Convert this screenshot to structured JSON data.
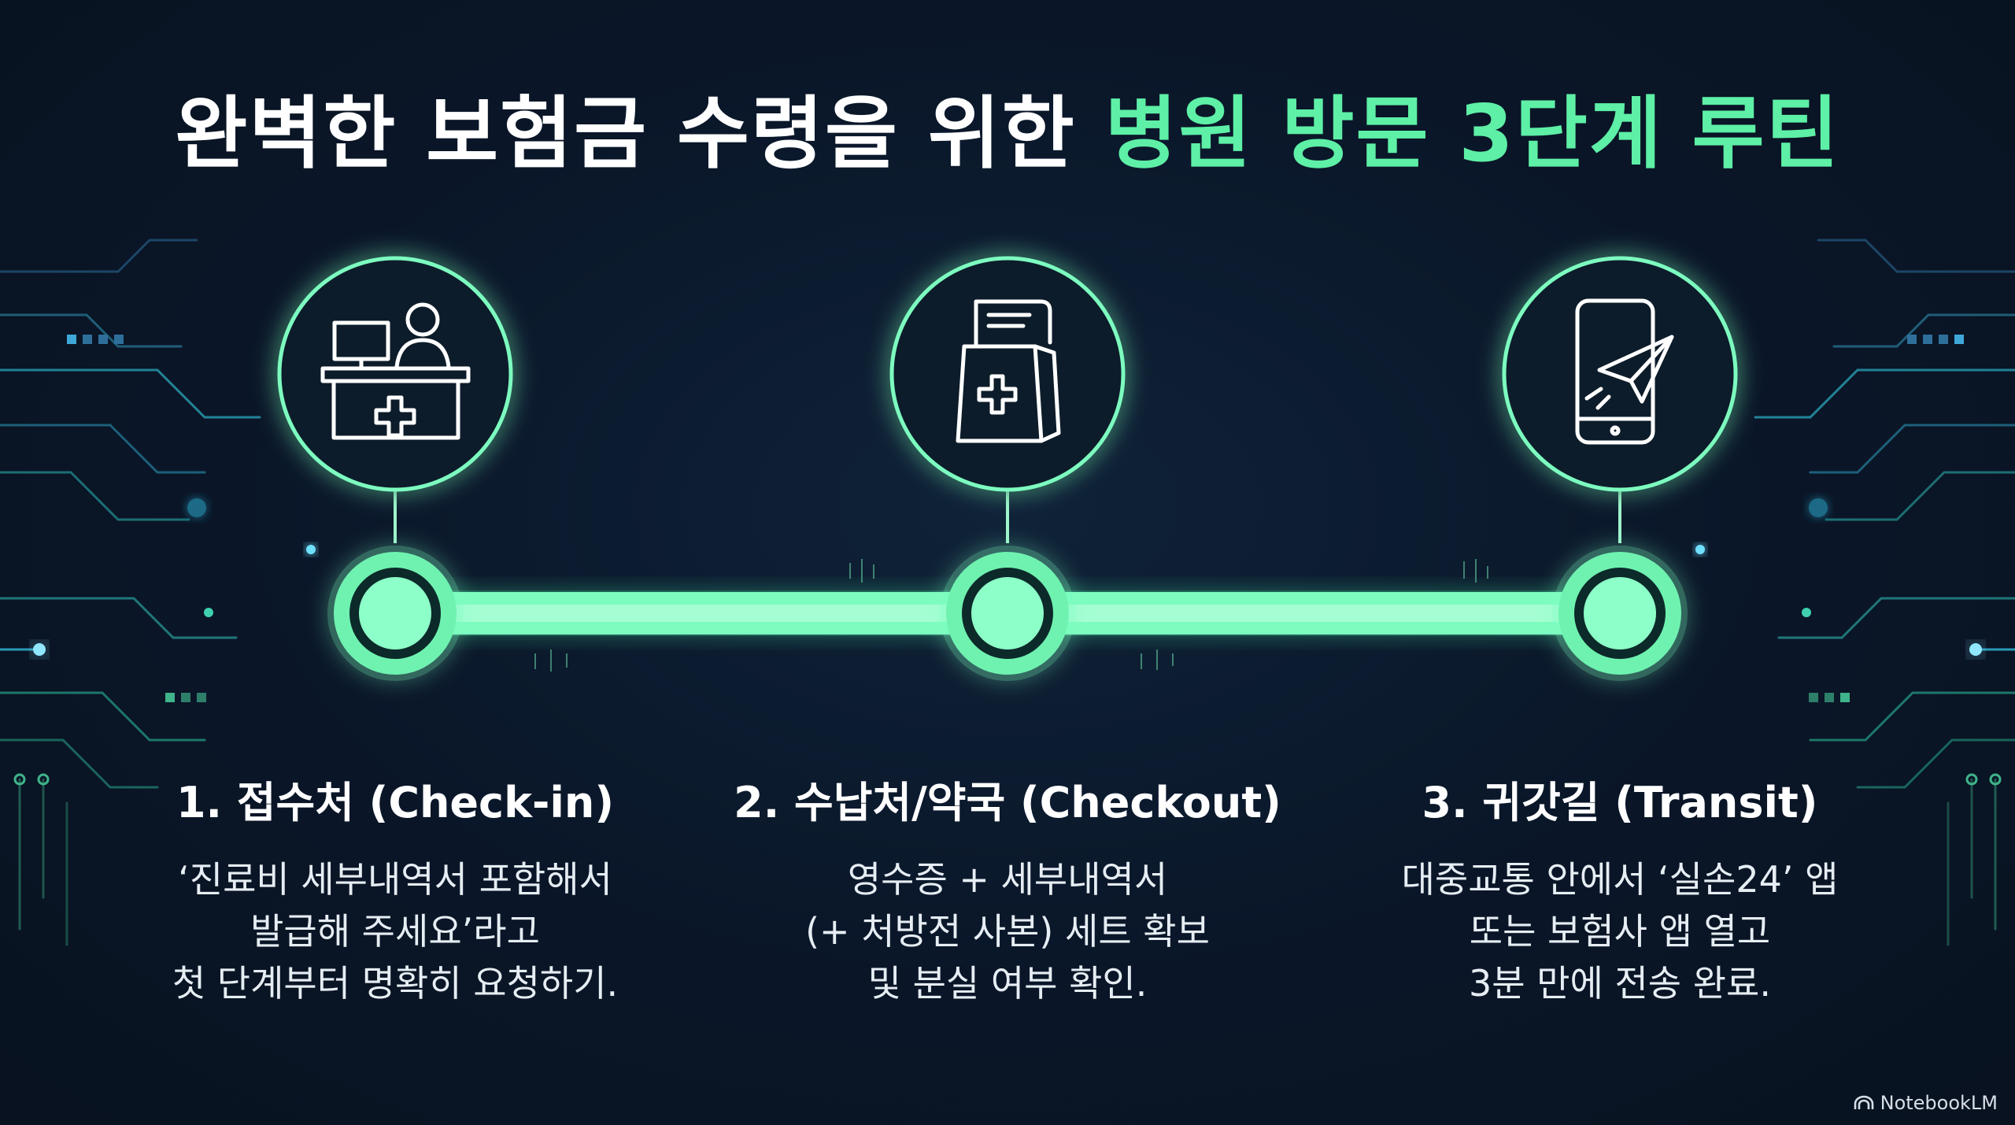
{
  "title": {
    "part_white": "완벽한 보험금 수령을 위한",
    "part_green": "병원 방문 3단계 루틴"
  },
  "steps": [
    {
      "heading": "1. 접수처 (Check-in)",
      "lines": [
        "‘진료비 세부내역서 포함해서",
        "발급해 주세요’라고",
        "첫 단계부터 명확히 요청하기."
      ],
      "icon": "reception-desk-icon"
    },
    {
      "heading": "2. 수납처/약국 (Checkout)",
      "lines": [
        "영수증 + 세부내역서",
        "(+ 처방전 사본) 세트 확보",
        "및 분실 여부 확인."
      ],
      "icon": "receipt-pharmacy-bag-icon"
    },
    {
      "heading": "3. 귀갓길 (Transit)",
      "lines": [
        "대중교통 안에서 ‘실손24’ 앱",
        "또는 보험사 앱 열고",
        "3분 만에 전송 완료."
      ],
      "icon": "phone-send-icon"
    }
  ],
  "brand": "NotebookLM",
  "colors": {
    "background": "#0a1628",
    "accent": "#5ef0a6",
    "accent_soft": "#7dfcc0",
    "circuit": "#2ea8c8"
  }
}
